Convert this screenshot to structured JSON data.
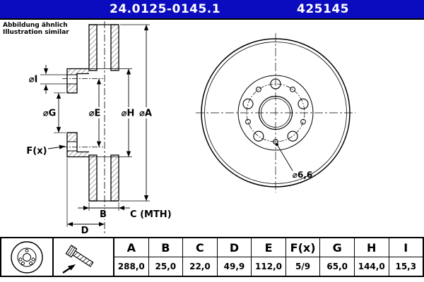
{
  "colors": {
    "header_bg": "#0b0bc0",
    "line": "#000000",
    "background": "#ffffff"
  },
  "header": {
    "part_number": "24.0125-0145.1",
    "ref_number": "425145"
  },
  "note": {
    "line1": "Abbildung ähnlich",
    "line2": "Illustration similar"
  },
  "drawing": {
    "labels": {
      "dia_i": "⌀I",
      "dia_g": "⌀G",
      "dia_e": "⌀E",
      "dia_h": "⌀H",
      "dia_a": "⌀A",
      "f": "F(x)",
      "b": "B",
      "c": "C (MTH)",
      "d": "D",
      "hole_dia": "⌀6,6"
    }
  },
  "table": {
    "columns": [
      "A",
      "B",
      "C",
      "D",
      "E",
      "F(x)",
      "G",
      "H",
      "I"
    ],
    "values": [
      "288,0",
      "25,0",
      "22,0",
      "49,9",
      "112,0",
      "5/9",
      "65,0",
      "144,0",
      "15,3"
    ]
  },
  "icons": {
    "left": "brake-disc-icon",
    "right": "screw-icon"
  }
}
